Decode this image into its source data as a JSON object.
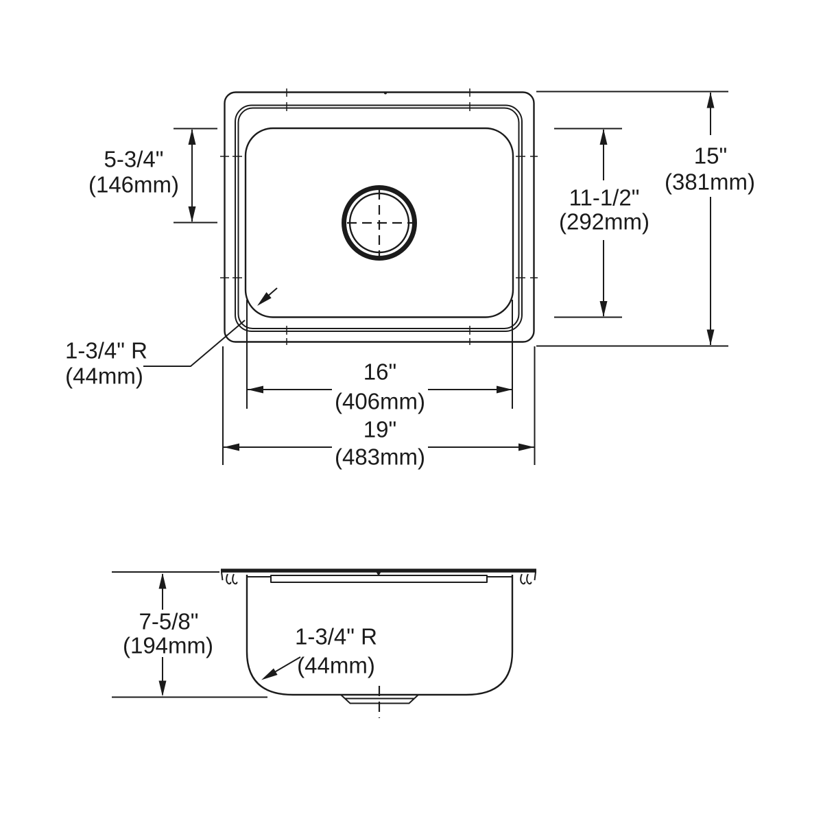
{
  "page": {
    "background_color": "#ffffff",
    "line_color": "#1b1b1b"
  },
  "top_view": {
    "dims": {
      "drain_offset_in": "5-3/4\"",
      "drain_offset_mm": "(146mm)",
      "bowl_front_back_in": "11-1/2\"",
      "bowl_front_back_mm": "(292mm)",
      "overall_front_back_in": "15\"",
      "overall_front_back_mm": "(381mm)",
      "bowl_width_in": "16\"",
      "bowl_width_mm": "(406mm)",
      "overall_width_in": "19\"",
      "overall_width_mm": "(483mm)",
      "corner_radius_in": "1-3/4\" R",
      "corner_radius_mm": "(44mm)"
    }
  },
  "side_view": {
    "dims": {
      "depth_in": "7-5/8\"",
      "depth_mm": "(194mm)",
      "bottom_radius_in": "1-3/4\" R",
      "bottom_radius_mm": "(44mm)"
    }
  }
}
